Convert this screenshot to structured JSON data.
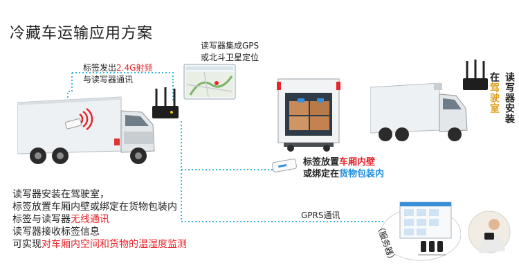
{
  "title": "冷藏车运输应用方案",
  "reader_gps": {
    "line1": "读写器集成GPS",
    "line2": "或北斗卫星定位"
  },
  "tag_label": {
    "prefix": "标签发出",
    "highlight": "2.4G射频",
    "line2": "与读写器通讯"
  },
  "reader_cab": {
    "prefix": "读写器安装在",
    "highlight": "驾驶室",
    "vertical_prefix": "读",
    "vertical_col1": "在",
    "vertical_col2": "写",
    "vertical_col3": "驾驶室",
    "vertical_col4": "器安装"
  },
  "tag_placement": {
    "prefix1": "标签放置",
    "highlight1": "车厢内壁",
    "prefix2": "或绑定在",
    "highlight2": "货物包装内"
  },
  "gprs_label": "GPRS通讯",
  "server_label": "（服务器）",
  "description": {
    "line1": "读写器安装在驾驶室，",
    "line2": "标签放置车厢内壁或绑定在货物包装内",
    "line3_prefix": "标签与读写器",
    "line3_highlight": "无线通讯",
    "line4": "读写器接收标签信息",
    "line5_prefix": "可实现",
    "line5_highlight": "对车厢内空间和货物的温湿度监测"
  },
  "colors": {
    "accent_red": "#e8232a",
    "accent_blue": "#1f8ee0",
    "dotted_line": "#33b5e5",
    "accent_orange": "#e0a020"
  },
  "icons": [
    "truck-icon",
    "reader-device-icon",
    "map-screen-icon",
    "cargo-box-icon",
    "rfid-tag-icon",
    "dashboard-screen-icon",
    "person-icon"
  ]
}
